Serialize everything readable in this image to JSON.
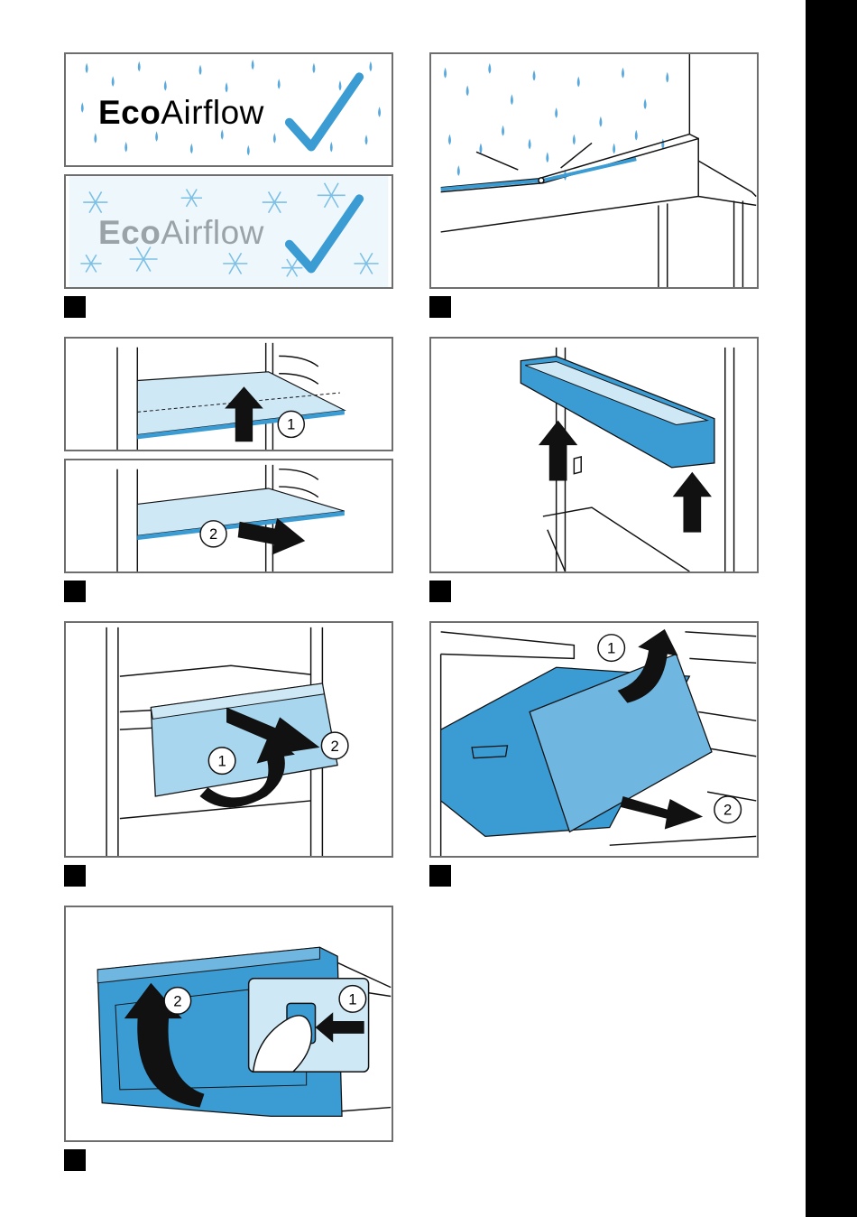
{
  "eco_label_top": {
    "part1": "Eco",
    "part2": "Airflow"
  },
  "eco_label_bottom": {
    "part1": "Eco",
    "part2": "Airflow"
  },
  "steps": {
    "shelf_lift": "1",
    "shelf_pull": "2",
    "drawer_lift": "1",
    "drawer_pull": "2",
    "freezer_lift": "1",
    "freezer_pull": "2",
    "press_button": "1",
    "tilt_drawer": "2"
  },
  "colors": {
    "accent_blue": "#3b9bd3",
    "light_blue": "#a8d6ef",
    "panel_border": "#6e6e6e",
    "marker": "#000000"
  }
}
